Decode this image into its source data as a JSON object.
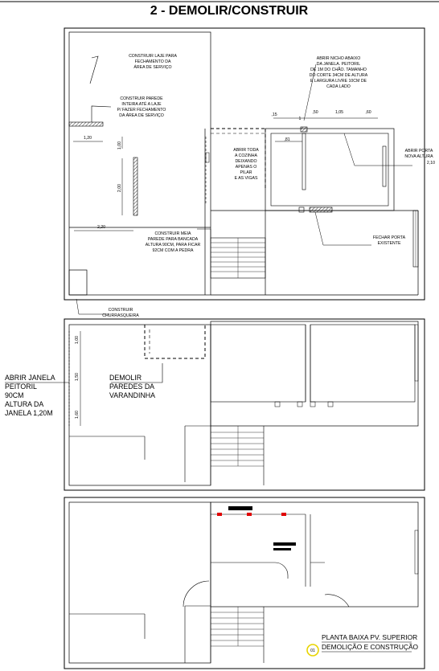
{
  "title": "2 - DEMOLIR/CONSTRUIR",
  "annotations": {
    "laje_line1": "CONSTRUIR LAJE PARA",
    "laje_line2": "FECHAMENTO DA",
    "laje_line3": "ÁREA DE SERVIÇO",
    "parede_line1": "CONSTRUIR PAREDE",
    "parede_line2": "INTEIRA ATÉ A LAJE",
    "parede_line3": "P/ FAZER FECHAMENTO",
    "parede_line4": "DA ÁREA DE SERVIÇO",
    "nicho_line1": "ABRIR NICHO ABAIXO",
    "nicho_line2": "DA JANELA. PEITORIL",
    "nicho_line3": "DE 1M DO CHÃO. TAMANHO",
    "nicho_line4": "DO CORTE 34CM DE ALTURA",
    "nicho_line5": "E LARGURA LIVRE 10CM DE",
    "nicho_line6": "CADA LADO",
    "cozinha_line1": "ABRIR TODA",
    "cozinha_line2": "A COZINHA",
    "cozinha_line3": "DEIXANDO",
    "cozinha_line4": "APENAS O",
    "cozinha_line5": "PILAR",
    "cozinha_line6": "E AS VIGAS",
    "porta_line1": "ABRIR PORTA",
    "porta_line2": "NOVA ALTURA",
    "porta_line3": "2,10",
    "meia_line1": "CONSTRUIR MEIA",
    "meia_line2": "PAREDE PARA BANCADA",
    "meia_line3": "ALTURA 90CM, PARA FICAR",
    "meia_line4": "92CM COM A PEDRA",
    "fechar_line1": "FECHAR PORTA",
    "fechar_line2": "EXISTENTE",
    "churr_line1": "CONSTRUIR",
    "churr_line2": "CHURRASQUEIRA",
    "janela_line1": "ABRIR JANELA",
    "janela_line2": "PEITORIL",
    "janela_line3": "90CM",
    "janela_line4": "ALTURA DA",
    "janela_line5": "JANELA  1,20M",
    "varand_line1": "DEMOLIR",
    "varand_line2": "PAREDES DA",
    "varand_line3": "VARANDINHA"
  },
  "dimensions": {
    "d_120": "1,20",
    "d_100a": "1,00",
    "d_200": "2,00",
    "d_220": "2,20",
    "d_15": ",15",
    "d_50": ",50",
    "d_105": "1,05",
    "d_60": ",60",
    "d_81": ",81",
    "d_1l": "1",
    "d_100b": "1,00",
    "d_150": "1,50",
    "d_160": "1,60"
  },
  "legend": {
    "number": "01",
    "line1": "PLANTA BAIXA PV. SUPERIOR",
    "line2": "DEMOLIÇÃO E CONSTRUÇÃO"
  },
  "colors": {
    "lines": "#000000",
    "new_wall_hatch": "#000000",
    "marker_red": "#e00000",
    "legend_circle": "#e8d400"
  }
}
